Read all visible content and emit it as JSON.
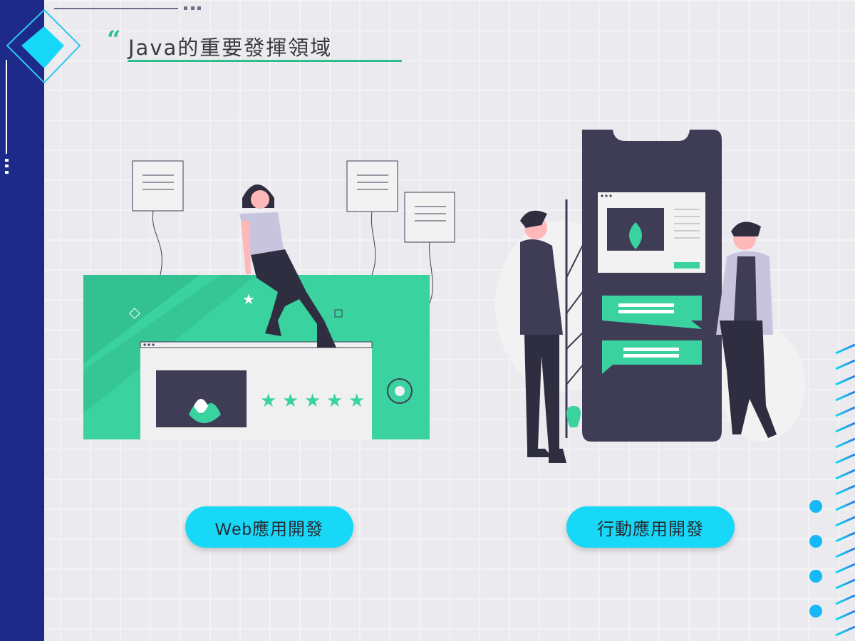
{
  "header": {
    "title": "Java的重要發揮領域",
    "quote_mark": "“"
  },
  "sections": [
    {
      "label": "Web應用開發",
      "illustration": "web-development-illustration"
    },
    {
      "label": "行動應用開發",
      "illustration": "mobile-app-illustration"
    }
  ],
  "colors": {
    "sidebar": "#1e2a8a",
    "accent_green": "#3ad29f",
    "accent_cyan": "#17d8f7",
    "dark": "#3f3d56"
  }
}
